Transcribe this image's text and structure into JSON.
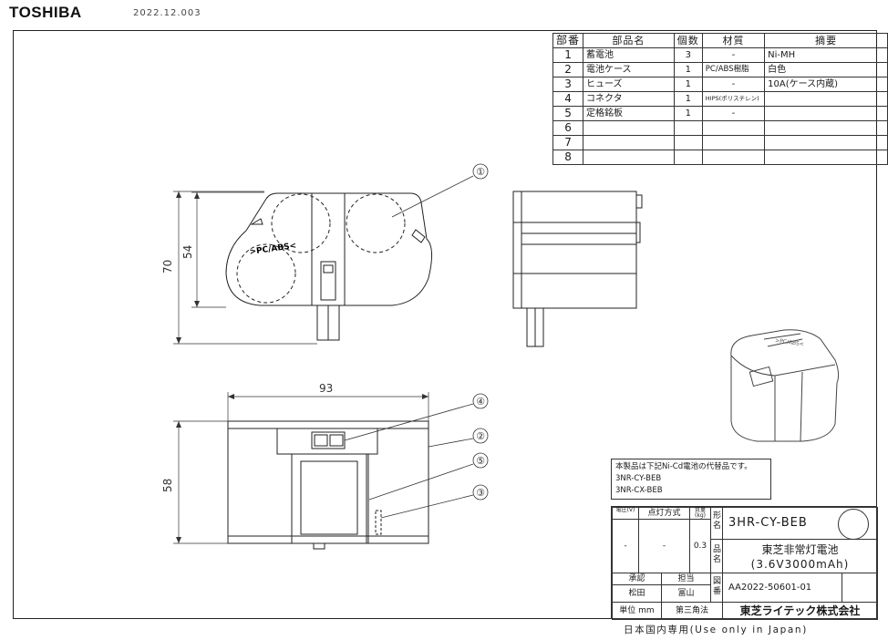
{
  "header": {
    "brand": "TOSHIBA",
    "date": "2022.12.003"
  },
  "parts_table": {
    "headers": [
      "部番",
      "部品名",
      "個数",
      "材質",
      "摘要"
    ],
    "rows": [
      {
        "no": "1",
        "name": "蓄電池",
        "qty": "3",
        "material": "-",
        "remark": "Ni-MH"
      },
      {
        "no": "2",
        "name": "電池ケース",
        "qty": "1",
        "material": "PC/ABS樹脂",
        "remark": "白色"
      },
      {
        "no": "3",
        "name": "ヒューズ",
        "qty": "1",
        "material": "-",
        "remark": "10A(ケース内蔵)"
      },
      {
        "no": "4",
        "name": "コネクタ",
        "qty": "1",
        "material": "HIPS(ポリスチレン)",
        "remark": ""
      },
      {
        "no": "5",
        "name": "定格銘板",
        "qty": "1",
        "material": "-",
        "remark": ""
      },
      {
        "no": "6",
        "name": "",
        "qty": "",
        "material": "",
        "remark": ""
      },
      {
        "no": "7",
        "name": "",
        "qty": "",
        "material": "",
        "remark": ""
      },
      {
        "no": "8",
        "name": "",
        "qty": "",
        "material": "",
        "remark": ""
      }
    ]
  },
  "drawing": {
    "dim_width": "93",
    "dim_height_total": "70",
    "dim_height_body": "54",
    "dim_height_side": "58",
    "material_mark": ">PC/ABS<",
    "callouts": [
      "①",
      "②",
      "③",
      "④",
      "⑤"
    ]
  },
  "note": {
    "line1": "本製品は下記Ni-Cd電池の代替品です。",
    "line2": "3NR-CY-BEB",
    "line3": "3NR-CX-BEB"
  },
  "title_block": {
    "voltage_label": "電圧(V)",
    "lighting_label": "点灯方式",
    "mass_label": "質量(kg)",
    "voltage_value": "-",
    "lighting_value": "-",
    "mass_value": "0.3",
    "model_label": "形名",
    "model": "3HR-CY-BEB",
    "product_label": "品名",
    "product_line1": "東芝非常灯電池",
    "product_line2": "(3.6V3000mAh)",
    "approve_label": "承認",
    "charge_label": "担当",
    "approver": "松田",
    "person": "冨山",
    "drawing_no_label": "図番",
    "drawing_no": "AA2022-50601-01",
    "unit": "単位 mm",
    "projection": "第三角法",
    "company": "東芝ライテック株式会社"
  },
  "footer": {
    "note": "日本国内専用(Use only in Japan)"
  }
}
